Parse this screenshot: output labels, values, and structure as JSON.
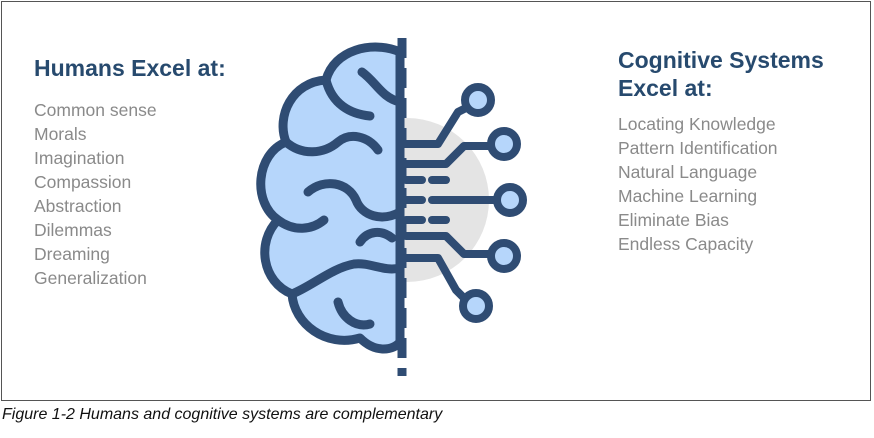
{
  "humans": {
    "heading": "Humans Excel at:",
    "items": [
      "Common sense",
      "Morals",
      "Imagination",
      "Compassion",
      "Abstraction",
      "Dilemmas",
      "Dreaming",
      "Generalization"
    ]
  },
  "cognitive": {
    "heading_line1": "Cognitive Systems",
    "heading_line2": "Excel at:",
    "items": [
      "Locating Knowledge",
      "Pattern Identification",
      "Natural Language",
      "Machine Learning",
      "Eliminate Bias",
      "Endless Capacity"
    ]
  },
  "caption": "Figure 1-2   Humans and cognitive systems are complementary",
  "icon": "brain-circuit-icon",
  "colors": {
    "heading": "#274a6e",
    "text": "#8a8a8a",
    "brain_fill": "#b6d6fb",
    "stroke": "#2f4c73",
    "circle_bg": "#e4e4e4"
  }
}
